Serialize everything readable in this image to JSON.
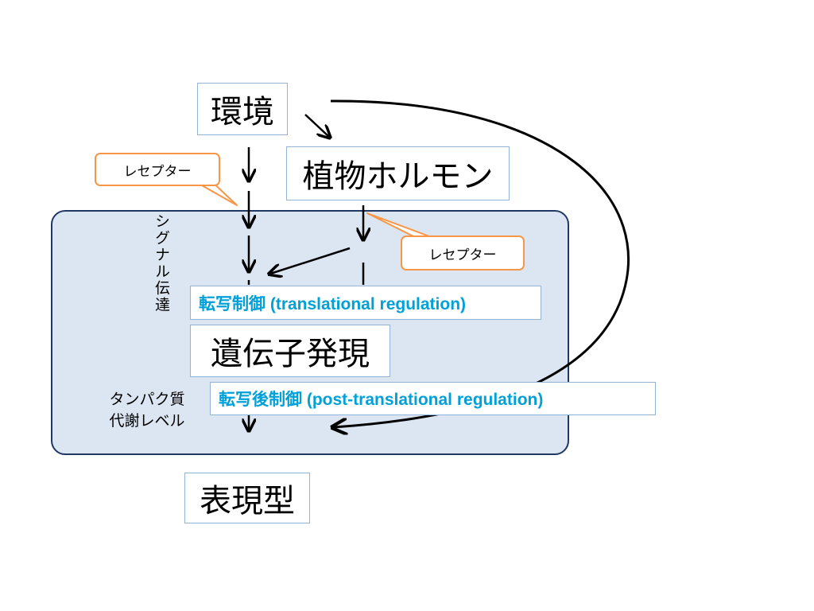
{
  "nodes": {
    "environment": "環境",
    "plant_hormone": "植物ホルモン",
    "gene_expression": "遺伝子発現",
    "phenotype": "表現型"
  },
  "callouts": {
    "receptor_left": "レセプター",
    "receptor_right": "レセプター"
  },
  "labels": {
    "signal_transduction": "シグナル伝達",
    "transcription_regulation": "転写制御 (translational regulation)",
    "post_transcription_regulation": "転写後制御 (post-translational regulation)",
    "protein_metabolism_line1": "タンパク質",
    "protein_metabolism_line2": "代謝レベル"
  },
  "colors": {
    "cell_fill": "#dce6f2",
    "cell_border": "#1f3864",
    "box_border": "#95b3d7",
    "callout_border": "#f79646",
    "label_blue": "#00a0d8"
  }
}
